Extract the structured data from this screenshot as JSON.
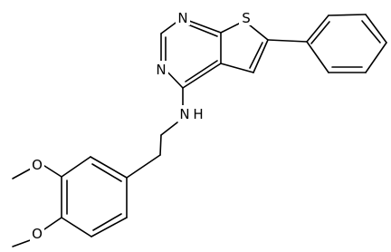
{
  "structure": {
    "atoms": [
      {
        "id": "n_top",
        "label": "N"
      },
      {
        "id": "n_left",
        "label": "N"
      },
      {
        "id": "s_ring",
        "label": "S"
      },
      {
        "id": "n_amine",
        "label": "N"
      },
      {
        "id": "h_amine",
        "label": "H"
      },
      {
        "id": "o_upper",
        "label": "O"
      },
      {
        "id": "o_lower",
        "label": "O"
      }
    ]
  }
}
